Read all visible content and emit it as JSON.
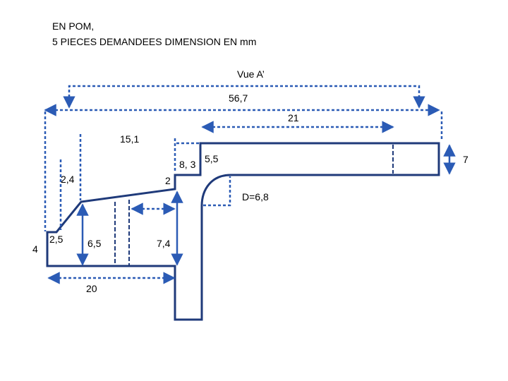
{
  "header": {
    "line1": "EN  POM,",
    "line2": "5 PIECES DEMANDEES DIMENSION EN mm"
  },
  "view_label": "Vue A’",
  "dimensions": {
    "overall_a": "56,7",
    "top_length": "21",
    "left_height": "15,1",
    "step_height": "8, 3",
    "arm_height_small": "5,5",
    "arm_height": "7",
    "small_step": "2",
    "slope_rise": "2,4",
    "diameter": "D=6,8",
    "left_base": "2,5",
    "left_end": "4",
    "mid_height": "6,5",
    "stem_height": "7,4",
    "base_length": "20"
  },
  "colors": {
    "outline": "#1f3a7a",
    "dimension": "#2b5bb5",
    "text": "#000000"
  }
}
